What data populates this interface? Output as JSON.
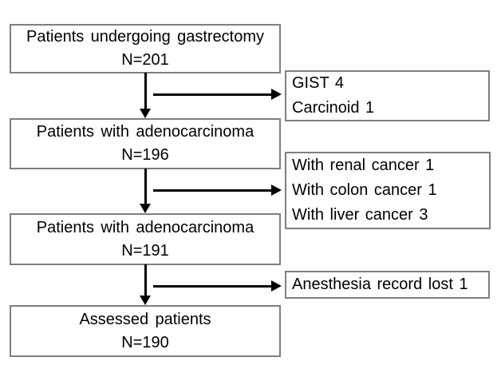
{
  "diagram": {
    "main_boxes": [
      {
        "title": "Patients undergoing gastrectomy",
        "count": "N=201"
      },
      {
        "title": "Patients with adenocarcinoma",
        "count": "N=196"
      },
      {
        "title": "Patients with adenocarcinoma",
        "count": "N=191"
      },
      {
        "title": "Assessed patients",
        "count": "N=190"
      }
    ],
    "exclusion_boxes": [
      {
        "lines": [
          "GIST 4",
          "Carcinoid 1"
        ]
      },
      {
        "lines": [
          "With renal cancer 1",
          "With colon cancer 1",
          "With liver cancer 3"
        ]
      },
      {
        "lines": [
          "Anesthesia record lost 1"
        ]
      }
    ]
  },
  "colors": {
    "background": "#ffffff",
    "box_border": "#7f7f7f",
    "text": "#000000",
    "arrow": "#000000"
  }
}
